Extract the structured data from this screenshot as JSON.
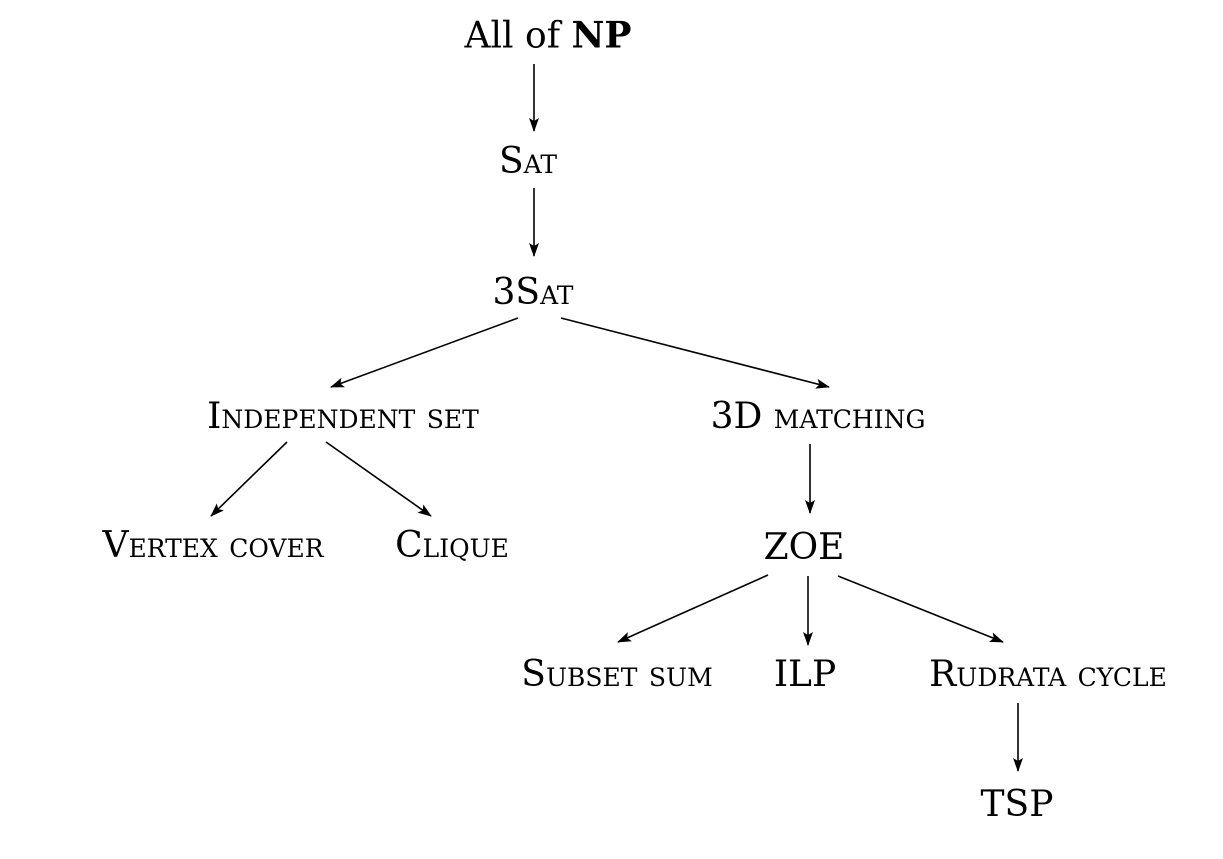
{
  "nodes": [
    {
      "id": "np",
      "prefix": "All of ",
      "label": "NP",
      "style": "bold"
    },
    {
      "id": "sat",
      "prefix": "",
      "label": "Sat",
      "style": "sc"
    },
    {
      "id": "3sat",
      "prefix": "",
      "label": "3Sat",
      "style": "sc"
    },
    {
      "id": "indset",
      "prefix": "",
      "label": "Independent set",
      "style": "sc"
    },
    {
      "id": "3dm",
      "prefix": "",
      "label": "3D matching",
      "style": "sc"
    },
    {
      "id": "vc",
      "prefix": "",
      "label": "Vertex cover",
      "style": "sc"
    },
    {
      "id": "clique",
      "prefix": "",
      "label": "Clique",
      "style": "sc"
    },
    {
      "id": "zoe",
      "prefix": "",
      "label": "ZOE",
      "style": "plain"
    },
    {
      "id": "subset",
      "prefix": "",
      "label": "Subset sum",
      "style": "sc"
    },
    {
      "id": "ilp",
      "prefix": "",
      "label": "ILP",
      "style": "plain"
    },
    {
      "id": "rudrata",
      "prefix": "",
      "label": "Rudrata cycle",
      "style": "sc"
    },
    {
      "id": "tsp",
      "prefix": "",
      "label": "TSP",
      "style": "plain"
    }
  ],
  "edges": [
    {
      "from": "np",
      "to": "sat"
    },
    {
      "from": "sat",
      "to": "3sat"
    },
    {
      "from": "3sat",
      "to": "indset"
    },
    {
      "from": "3sat",
      "to": "3dm"
    },
    {
      "from": "indset",
      "to": "vc"
    },
    {
      "from": "indset",
      "to": "clique"
    },
    {
      "from": "3dm",
      "to": "zoe"
    },
    {
      "from": "zoe",
      "to": "subset"
    },
    {
      "from": "zoe",
      "to": "ilp"
    },
    {
      "from": "zoe",
      "to": "rudrata"
    },
    {
      "from": "rudrata",
      "to": "tsp"
    }
  ]
}
